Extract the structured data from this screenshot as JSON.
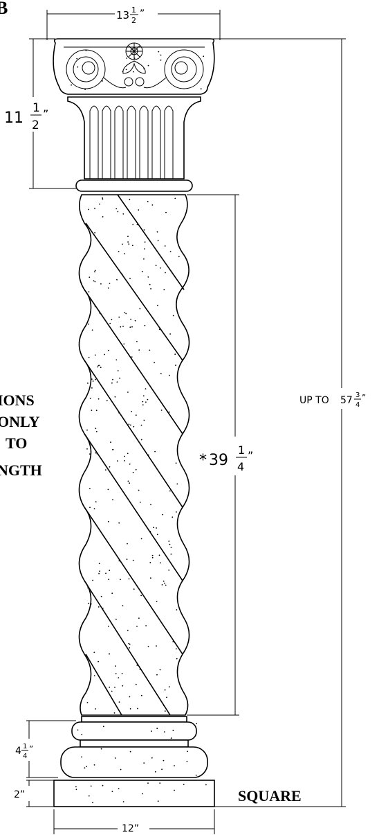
{
  "figure_label": "B",
  "dimensions": {
    "capital_width": {
      "whole": "13",
      "num": "1",
      "den": "2",
      "unit": "”"
    },
    "capital_height": {
      "whole": "11",
      "num": "1",
      "den": "2",
      "unit": "”"
    },
    "shaft_height": {
      "prefix": "*",
      "whole": "39",
      "num": "1",
      "den": "4",
      "unit": "”"
    },
    "overall_height": {
      "prefix": "UP TO ",
      "whole": "57",
      "num": "3",
      "den": "4",
      "unit": "”"
    },
    "base_height": {
      "whole": "4",
      "num": "1",
      "den": "4",
      "unit": "”"
    },
    "plinth_height": {
      "text": "2”"
    },
    "plinth_width": {
      "text": "12”"
    }
  },
  "note_lines": [
    "IONS",
    "ONLY",
    "TO",
    "NGTH"
  ],
  "plinth_label": "SQUARE"
}
